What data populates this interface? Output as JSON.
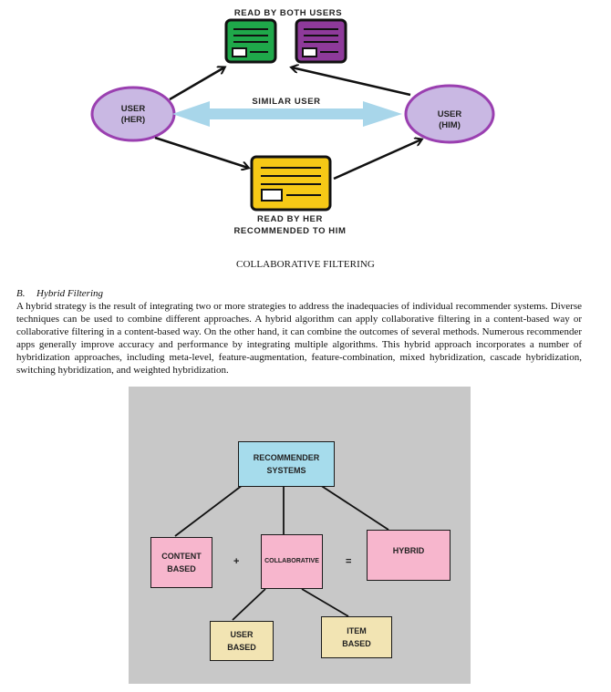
{
  "collab_figure": {
    "top_label": "READ BY BOTH USERS",
    "left_user": [
      "USER",
      "(HER)"
    ],
    "right_user": [
      "USER",
      "(HIM)"
    ],
    "middle_label": "SIMILAR USER",
    "bottom_label": [
      "READ BY HER",
      "RECOMMENDED TO HIM"
    ],
    "colors": {
      "doc_green": "#1fa84a",
      "doc_purple": "#8e3a9a",
      "doc_yellow": "#f6c916",
      "user_fill": "#c9b8e3",
      "user_border": "#9a3fb0",
      "arrow_blue": "#a8d6ea"
    }
  },
  "caption": "COLLABORATIVE FILTERING",
  "section": {
    "number": "B.",
    "title": "Hybrid Filtering"
  },
  "paragraph": "A hybrid strategy is the result of integrating two or more strategies to address the inadequacies of individual recommender systems. Diverse techniques can be used to combine different approaches. A hybrid algorithm can apply collaborative filtering in a content-based way or collaborative filtering in a content-based way. On the other hand, it can combine the outcomes of several methods. Numerous recommender apps generally improve accuracy and performance by integrating multiple algorithms. This hybrid approach incorporates a number of hybridization approaches, including meta-level, feature-augmentation, feature-combination, mixed hybridization, cascade hybridization, switching hybridization, and weighted hybridization.",
  "hybrid_figure": {
    "root": [
      "RECOMMENDER",
      "SYSTEMS"
    ],
    "content": [
      "CONTENT",
      "BASED"
    ],
    "collaborative": "COLLABORATIVE",
    "hybrid": "HYBRID",
    "plus": "+",
    "equals": "=",
    "user_based": [
      "USER",
      "BASED"
    ],
    "item_based": [
      "ITEM",
      "BASED"
    ],
    "colors": {
      "background": "#c8c8c8",
      "root_fill": "#a6dcec",
      "middle_fill": "#f7b6cd",
      "leaf_fill": "#f2e4b3"
    }
  }
}
